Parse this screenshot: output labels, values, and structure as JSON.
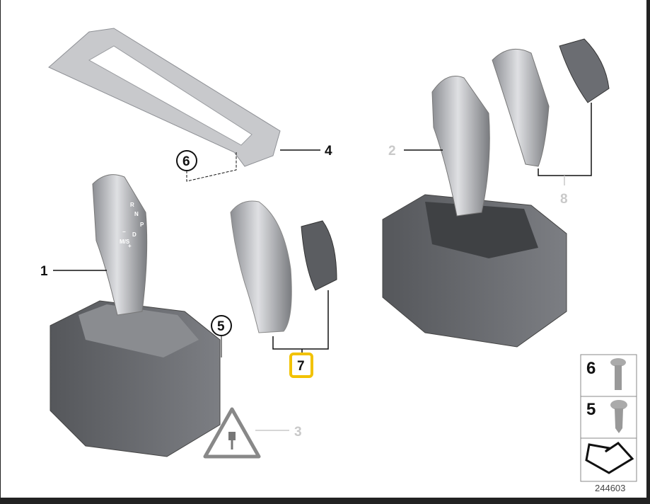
{
  "callouts": {
    "part1": "1",
    "part2": "2",
    "part3": "3",
    "part4": "4",
    "part5": "5",
    "part6": "6",
    "part7": "7",
    "part8": "8"
  },
  "knob_markings": {
    "r": "R",
    "n": "N",
    "p": "P",
    "d": "D",
    "ms": "M/S",
    "plus": "+",
    "minus": "−"
  },
  "legend": {
    "row1_number": "6",
    "row2_number": "5",
    "diagram_number": "244603"
  },
  "colors": {
    "highlight": "#f2c200",
    "module": "#6e7075",
    "chrome": "#c4c6ca"
  }
}
